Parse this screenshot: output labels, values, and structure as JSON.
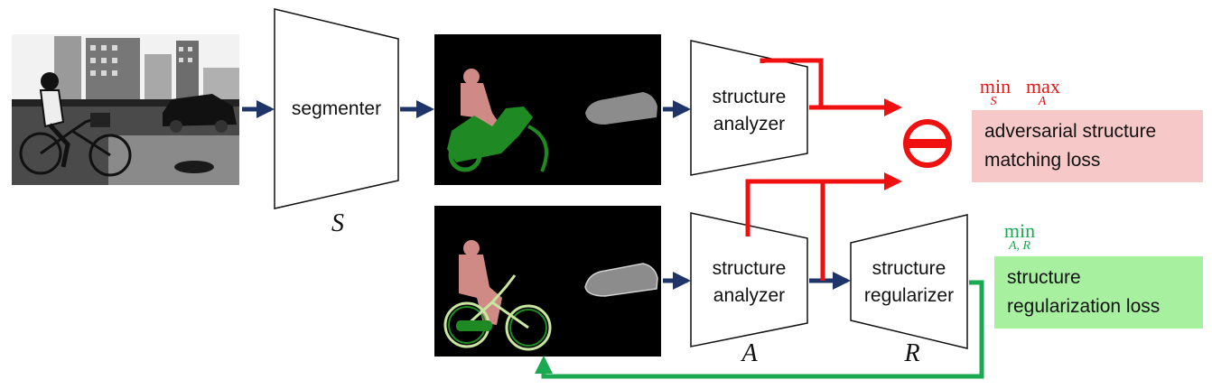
{
  "colors": {
    "navy_arrow": "#1f3468",
    "red_arrow": "#f01010",
    "green_arrow": "#1aa851",
    "adv_box": "#f6c8c8",
    "reg_box": "#a6f0a0",
    "pink_person": "#d08a86",
    "green_bike": "#1f8a24",
    "gray_car": "#8c8c8c",
    "mask_bg": "#000000"
  },
  "modules": {
    "segmenter": {
      "label": "segmenter",
      "symbol": "S"
    },
    "analyzer_top": {
      "label_line1": "structure",
      "label_line2": "analyzer"
    },
    "analyzer_bottom": {
      "label_line1": "structure",
      "label_line2": "analyzer",
      "symbol": "A"
    },
    "regularizer": {
      "label_line1": "structure",
      "label_line2": "regularizer",
      "symbol": "R"
    }
  },
  "operator": {
    "symbol": "⊖",
    "icon": "minus-circle-icon"
  },
  "losses": {
    "adversarial": {
      "min_op": "min",
      "min_sub": "S",
      "max_op": "max",
      "max_sub": "A",
      "line1": "adversarial structure",
      "line2": "matching loss"
    },
    "regularization": {
      "min_op": "min",
      "min_sub": "A, R",
      "line1": "structure",
      "line2": "regularization loss"
    }
  },
  "images": {
    "input_photo": "street-photo",
    "pred_mask": "predicted-segmentation-mask",
    "gt_mask": "ground-truth-segmentation-mask"
  }
}
